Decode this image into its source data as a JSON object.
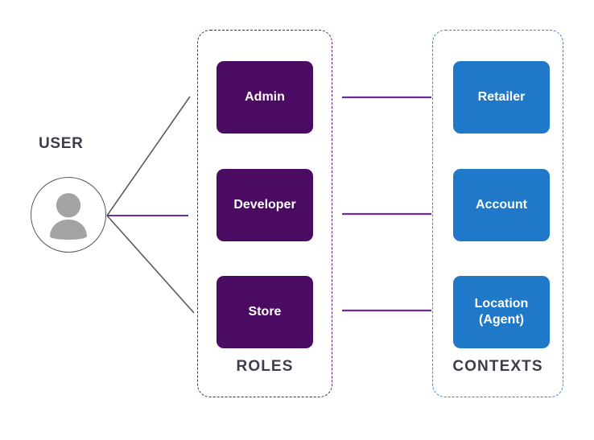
{
  "diagram": {
    "title_hidden": "",
    "colors": {
      "role_fill": "#4b0b63",
      "context_fill": "#2079c8",
      "roles_border": "#5c1a6e",
      "contexts_border": "#2e86d6",
      "connector_purple": "#6a2aa0",
      "connector_gray": "#5a5a5a",
      "label_text": "#3c3c4c",
      "avatar_gray": "#a3a3a3",
      "avatar_ring": "#57575c"
    },
    "user": {
      "label": "USER",
      "avatar_icon": "person-avatar-icon"
    },
    "roles_group": {
      "caption": "ROLES",
      "items": [
        {
          "label": "Admin"
        },
        {
          "label": "Developer"
        },
        {
          "label": "Store"
        }
      ]
    },
    "contexts_group": {
      "caption": "CONTEXTS",
      "items": [
        {
          "label": "Retailer"
        },
        {
          "label": "Account",
          "line2": ""
        },
        {
          "label": "Location",
          "line2": "(Agent)"
        }
      ]
    },
    "connectors": [
      {
        "from": "user",
        "to": "Admin",
        "style": "solid-gray"
      },
      {
        "from": "user",
        "to": "Developer",
        "style": "solid-purple"
      },
      {
        "from": "user",
        "to": "Store",
        "style": "solid-gray"
      },
      {
        "from": "Admin",
        "to": "Retailer",
        "style": "solid-purple"
      },
      {
        "from": "Developer",
        "to": "Account",
        "style": "solid-purple"
      },
      {
        "from": "Store",
        "to": "Location (Agent)",
        "style": "solid-purple"
      }
    ]
  }
}
